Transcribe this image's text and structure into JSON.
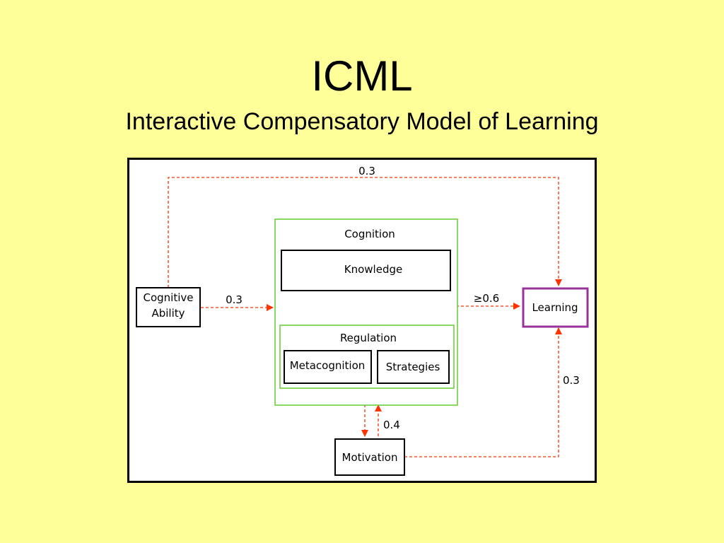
{
  "title": "ICML",
  "subtitle": "Interactive Compensatory Model of Learning",
  "colors": {
    "background": "#ffff99",
    "arrow": "#ff3300",
    "cognition_border": "#66cc33",
    "learning_border": "#993399"
  },
  "diagram": {
    "nodes": {
      "cognitive_ability_line1": "Cognitive",
      "cognitive_ability_line2": "Ability",
      "cognition": "Cognition",
      "knowledge": "Knowledge",
      "regulation": "Regulation",
      "metacognition": "Metacognition",
      "strategies": "Strategies",
      "learning": "Learning",
      "motivation": "Motivation"
    },
    "edges": {
      "ability_to_learning_top": "0.3",
      "ability_to_cognition": "0.3",
      "cognition_to_learning": "≥0.6",
      "motivation_cognition": "0.4",
      "motivation_to_learning": "0.3"
    }
  }
}
